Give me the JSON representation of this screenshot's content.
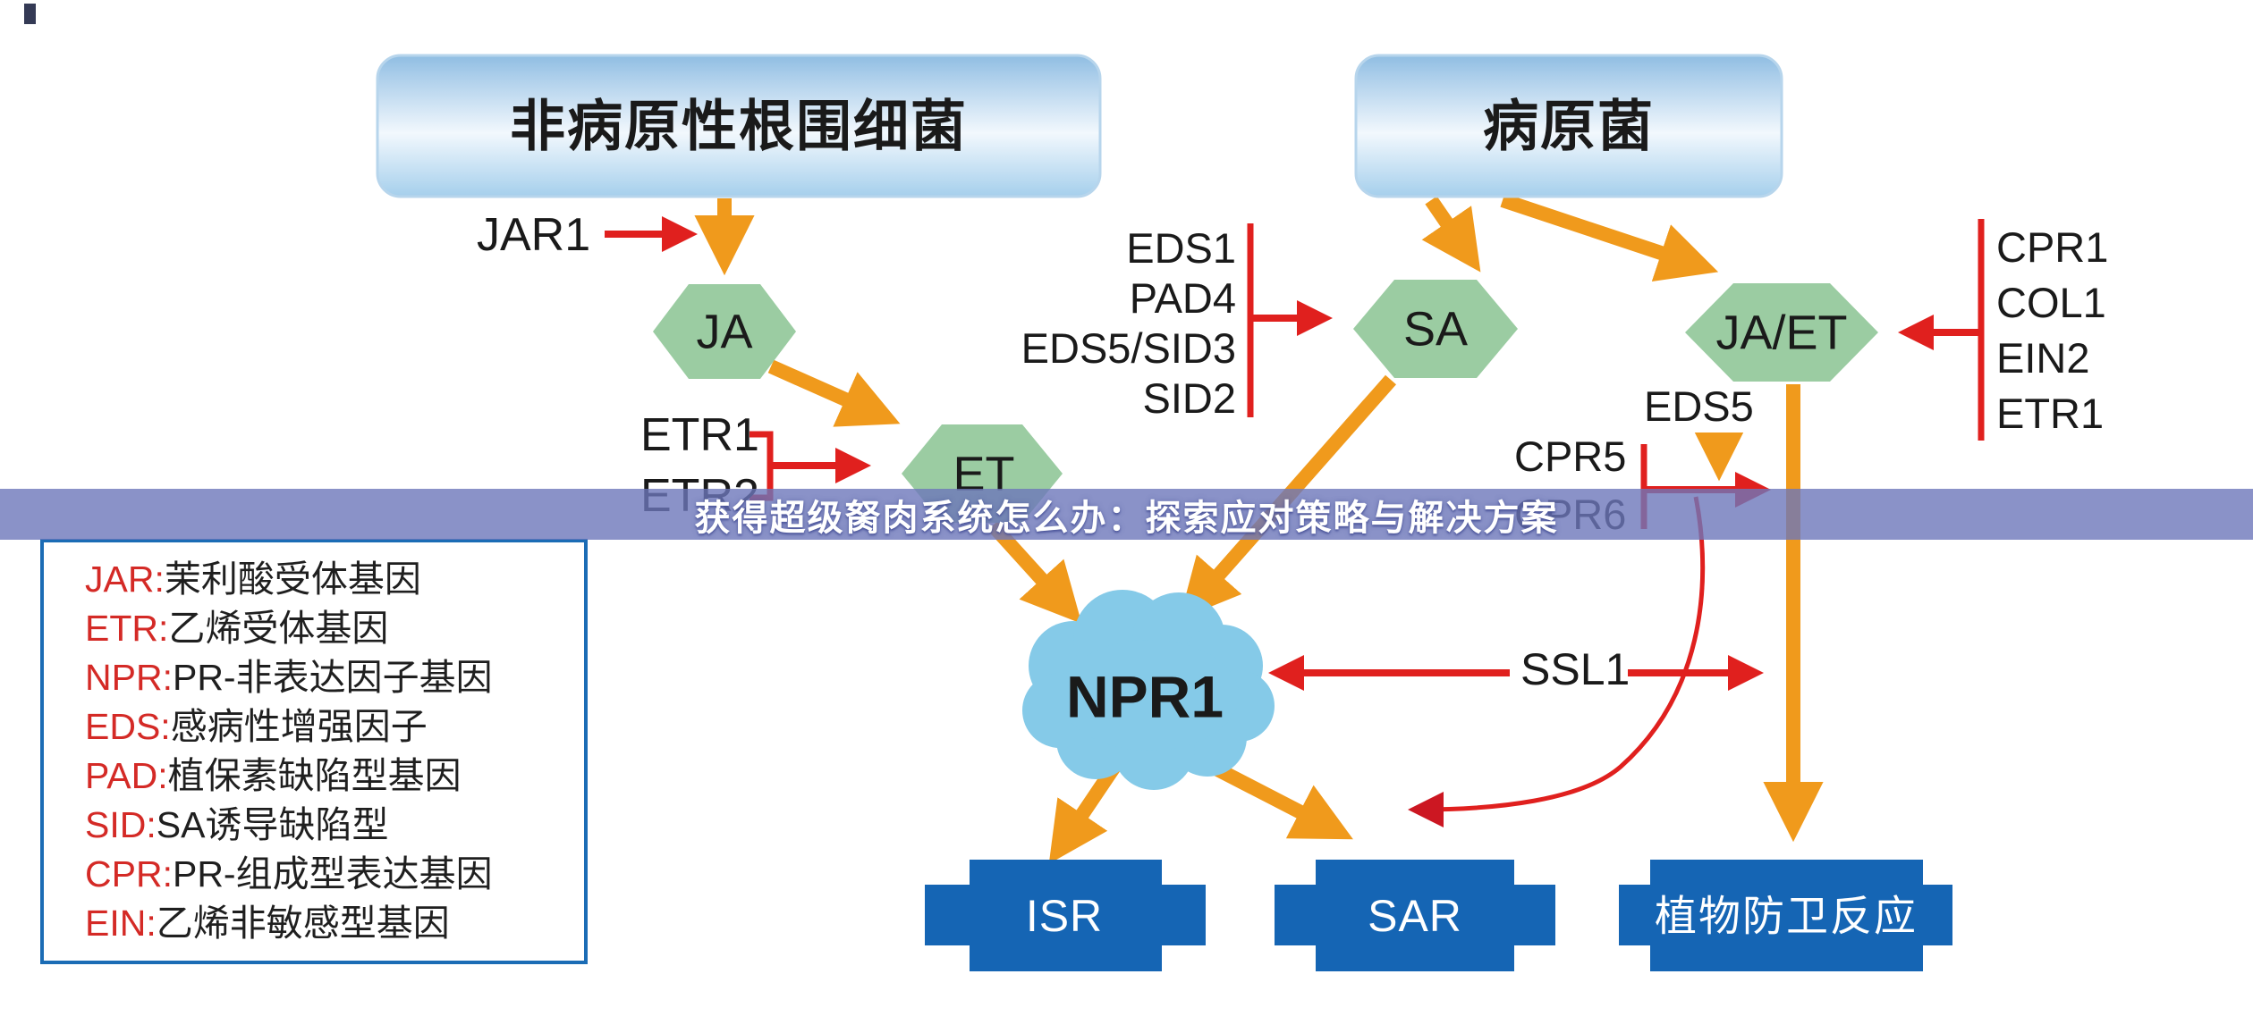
{
  "banner": {
    "text": "获得超级胬肉系统怎么办：探索应对策略与解决方案"
  },
  "nodes": {
    "rhizobacteria": "非病原性根围细菌",
    "pathogen": "病原菌",
    "ja": "JA",
    "et": "ET",
    "sa": "SA",
    "ja_et": "JA/ET",
    "npr1": "NPR1",
    "isr": "ISR",
    "sar": "SAR",
    "defense": "植物防卫反应"
  },
  "gene_labels": {
    "jar1": "JAR1",
    "etr1": "ETR1",
    "etr2": "ETR2",
    "sa_regulators": [
      "EDS1",
      "PAD4",
      "EDS5/SID3",
      "SID2"
    ],
    "jaet_regulators": [
      "CPR1",
      "COL1",
      "EIN2",
      "ETR1"
    ],
    "eds5": "EDS5",
    "cpr5": "CPR5",
    "cpr6": "CPR6",
    "ssl1": "SSL1"
  },
  "legend": {
    "items": [
      {
        "abbr": "JAR:",
        "desc": "茉利酸受体基因"
      },
      {
        "abbr": "ETR:",
        "desc": "乙烯受体基因"
      },
      {
        "abbr": "NPR:",
        "desc": "PR-非表达因子基因"
      },
      {
        "abbr": "EDS:",
        "desc": "感病性增强因子"
      },
      {
        "abbr": "PAD:",
        "desc": "植保素缺陷型基因"
      },
      {
        "abbr": "SID:",
        "desc": "SA诱导缺陷型"
      },
      {
        "abbr": "CPR:",
        "desc": "PR-组成型表达基因"
      },
      {
        "abbr": "EIN:",
        "desc": "乙烯非敏感型基因"
      }
    ]
  },
  "colors": {
    "orange": "#F09A1C",
    "red": "#E0201E",
    "hexagon_green": "#9BCCA2",
    "cloud_blue": "#85CAE8",
    "box_blue": "#1565B4",
    "banner_purple": "rgba(109,119,186,0.8)",
    "legend_border": "#1B6CB5",
    "legend_abbr_red": "#D42A26"
  }
}
